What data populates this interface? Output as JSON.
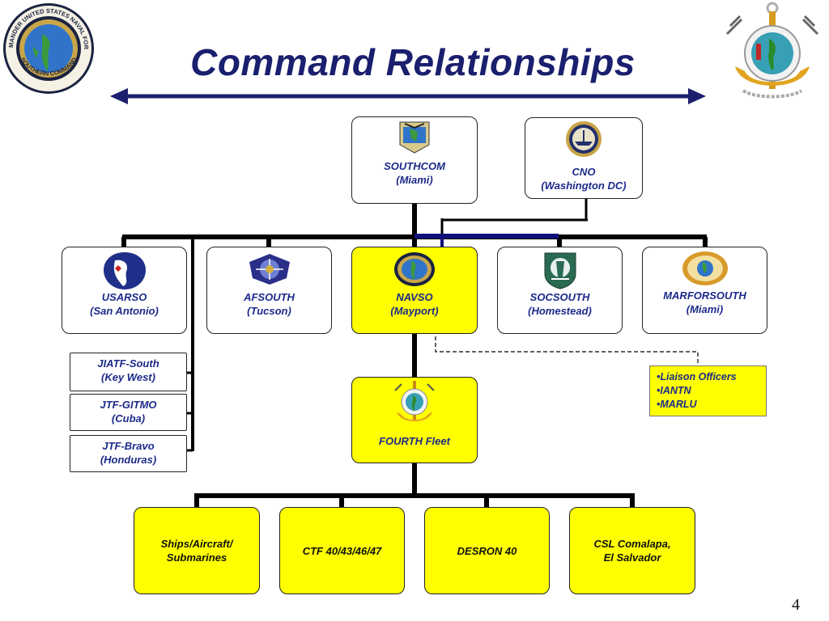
{
  "title": "Command Relationships",
  "left_seal": {
    "ring_top": "COMMANDER UNITED STATES NAVAL FORCES",
    "ring_bottom": "SOUTHERN COMMAND"
  },
  "top_boxes": {
    "southcom": {
      "line1": "SOUTHCOM",
      "line2": "(Miami)"
    },
    "cno": {
      "line1": "CNO",
      "line2": "(Washington DC)"
    }
  },
  "components": [
    {
      "line1": "USARSO",
      "line2": "(San Antonio)"
    },
    {
      "line1": "AFSOUTH",
      "line2": "(Tucson)"
    },
    {
      "line1": "NAVSO",
      "line2": "(Mayport)"
    },
    {
      "line1": "SOCSOUTH",
      "line2": "(Homestead)"
    },
    {
      "line1": "MARFORSOUTH",
      "line2": "(Miami)"
    }
  ],
  "task_forces": [
    {
      "line1": "JIATF-South",
      "line2": "(Key West)"
    },
    {
      "line1": "JTF-GITMO",
      "line2": "(Cuba)"
    },
    {
      "line1": "JTF-Bravo",
      "line2": "(Honduras)"
    }
  ],
  "fleet": {
    "label": "FOURTH Fleet"
  },
  "liaison": {
    "items": [
      "Liaison Officers",
      "IANTN",
      "MARLU"
    ]
  },
  "subordinates": [
    {
      "line1": "Ships/Aircraft/",
      "line2": "Submarines"
    },
    {
      "line1": "CTF 40/43/46/47",
      "line2": ""
    },
    {
      "line1": "DESRON 40",
      "line2": ""
    },
    {
      "line1": "CSL Comalapa,",
      "line2": "El Salvador"
    }
  ],
  "page_number": "4",
  "colors": {
    "title": "#1a1f6e",
    "label_text": "#1c2a8a",
    "highlight": "#ffff00",
    "cno_link": "#10107a",
    "connector": "#000000"
  }
}
